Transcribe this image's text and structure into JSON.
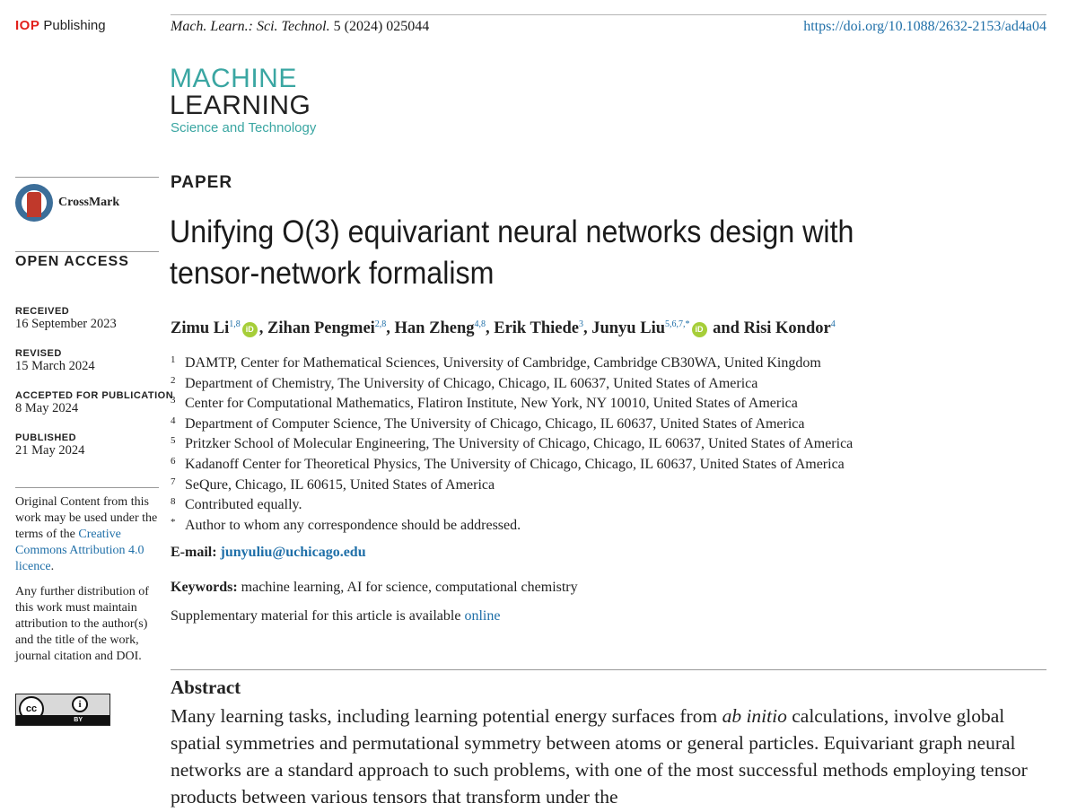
{
  "header": {
    "publisher_brand": "IOP",
    "publisher_word": "Publishing",
    "journal": "Mach. Learn.: Sci. Technol.",
    "journal_details": "5 (2024) 025044",
    "doi": "https://doi.org/10.1088/2632-2153/ad4a04"
  },
  "logo": {
    "line1": "MACHINE",
    "line2": "LEARNING",
    "line3": "Science and Technology"
  },
  "sidebar": {
    "crossmark": "CrossMark",
    "open_access": "OPEN ACCESS",
    "dates": [
      {
        "label": "RECEIVED",
        "value": "16 September 2023"
      },
      {
        "label": "REVISED",
        "value": "15 March 2024"
      },
      {
        "label": "ACCEPTED FOR PUBLICATION",
        "value": "8 May 2024"
      },
      {
        "label": "PUBLISHED",
        "value": "21 May 2024"
      }
    ],
    "license_pre": "Original Content from this work may be used under the terms of the ",
    "license_link": "Creative Commons Attribution 4.0 licence",
    "license_post": ".",
    "distribution": "Any further distribution of this work must maintain attribution to the author(s) and the title of the work, journal citation and DOI.",
    "cc_badge": {
      "cc": "cc",
      "by": "BY"
    }
  },
  "article": {
    "type": "PAPER",
    "title": "Unifying O(3) equivariant neural networks design with tensor-network formalism",
    "authors": [
      {
        "name": "Zimu Li",
        "sup": "1,8",
        "orcid": true,
        "sep": ", "
      },
      {
        "name": "Zihan Pengmei",
        "sup": "2,8",
        "orcid": false,
        "sep": ", "
      },
      {
        "name": "Han Zheng",
        "sup": "4,8",
        "orcid": false,
        "sep": ", "
      },
      {
        "name": "Erik Thiede",
        "sup": "3",
        "orcid": false,
        "sep": ", "
      },
      {
        "name": "Junyu Liu",
        "sup": "5,6,7,*",
        "orcid": true,
        "sep": " and "
      },
      {
        "name": "Risi Kondor",
        "sup": "4",
        "orcid": false,
        "sep": ""
      }
    ],
    "affiliations": [
      {
        "num": "1",
        "text": "DAMTP, Center for Mathematical Sciences, University of Cambridge, Cambridge CB30WA, United Kingdom"
      },
      {
        "num": "2",
        "text": "Department of Chemistry, The University of Chicago, Chicago, IL 60637, United States of America"
      },
      {
        "num": "3",
        "text": "Center for Computational Mathematics, Flatiron Institute, New York, NY 10010, United States of America"
      },
      {
        "num": "4",
        "text": "Department of Computer Science, The University of Chicago, Chicago, IL 60637, United States of America"
      },
      {
        "num": "5",
        "text": "Pritzker School of Molecular Engineering, The University of Chicago, Chicago, IL 60637, United States of America"
      },
      {
        "num": "6",
        "text": "Kadanoff Center for Theoretical Physics, The University of Chicago, Chicago, IL 60637, United States of America"
      },
      {
        "num": "7",
        "text": "SeQure, Chicago, IL 60615, United States of America"
      },
      {
        "num": "8",
        "text": "Contributed equally."
      },
      {
        "num": "*",
        "text": "Author to whom any correspondence should be addressed."
      }
    ],
    "email_label": "E-mail:",
    "email": "junyuliu@uchicago.edu",
    "keywords_label": "Keywords:",
    "keywords": "machine learning, AI for science, computational chemistry",
    "supplementary_text": "Supplementary material for this article is available",
    "supplementary_link": "online",
    "abstract_heading": "Abstract",
    "abstract_pre": "Many learning tasks, including learning potential energy surfaces from ",
    "abstract_italic": "ab initio",
    "abstract_post": " calculations, involve global spatial symmetries and permutational symmetry between atoms or general particles. Equivariant graph neural networks are a standard approach to such problems, with one of the most successful methods employing tensor products between various tensors that transform under the"
  }
}
